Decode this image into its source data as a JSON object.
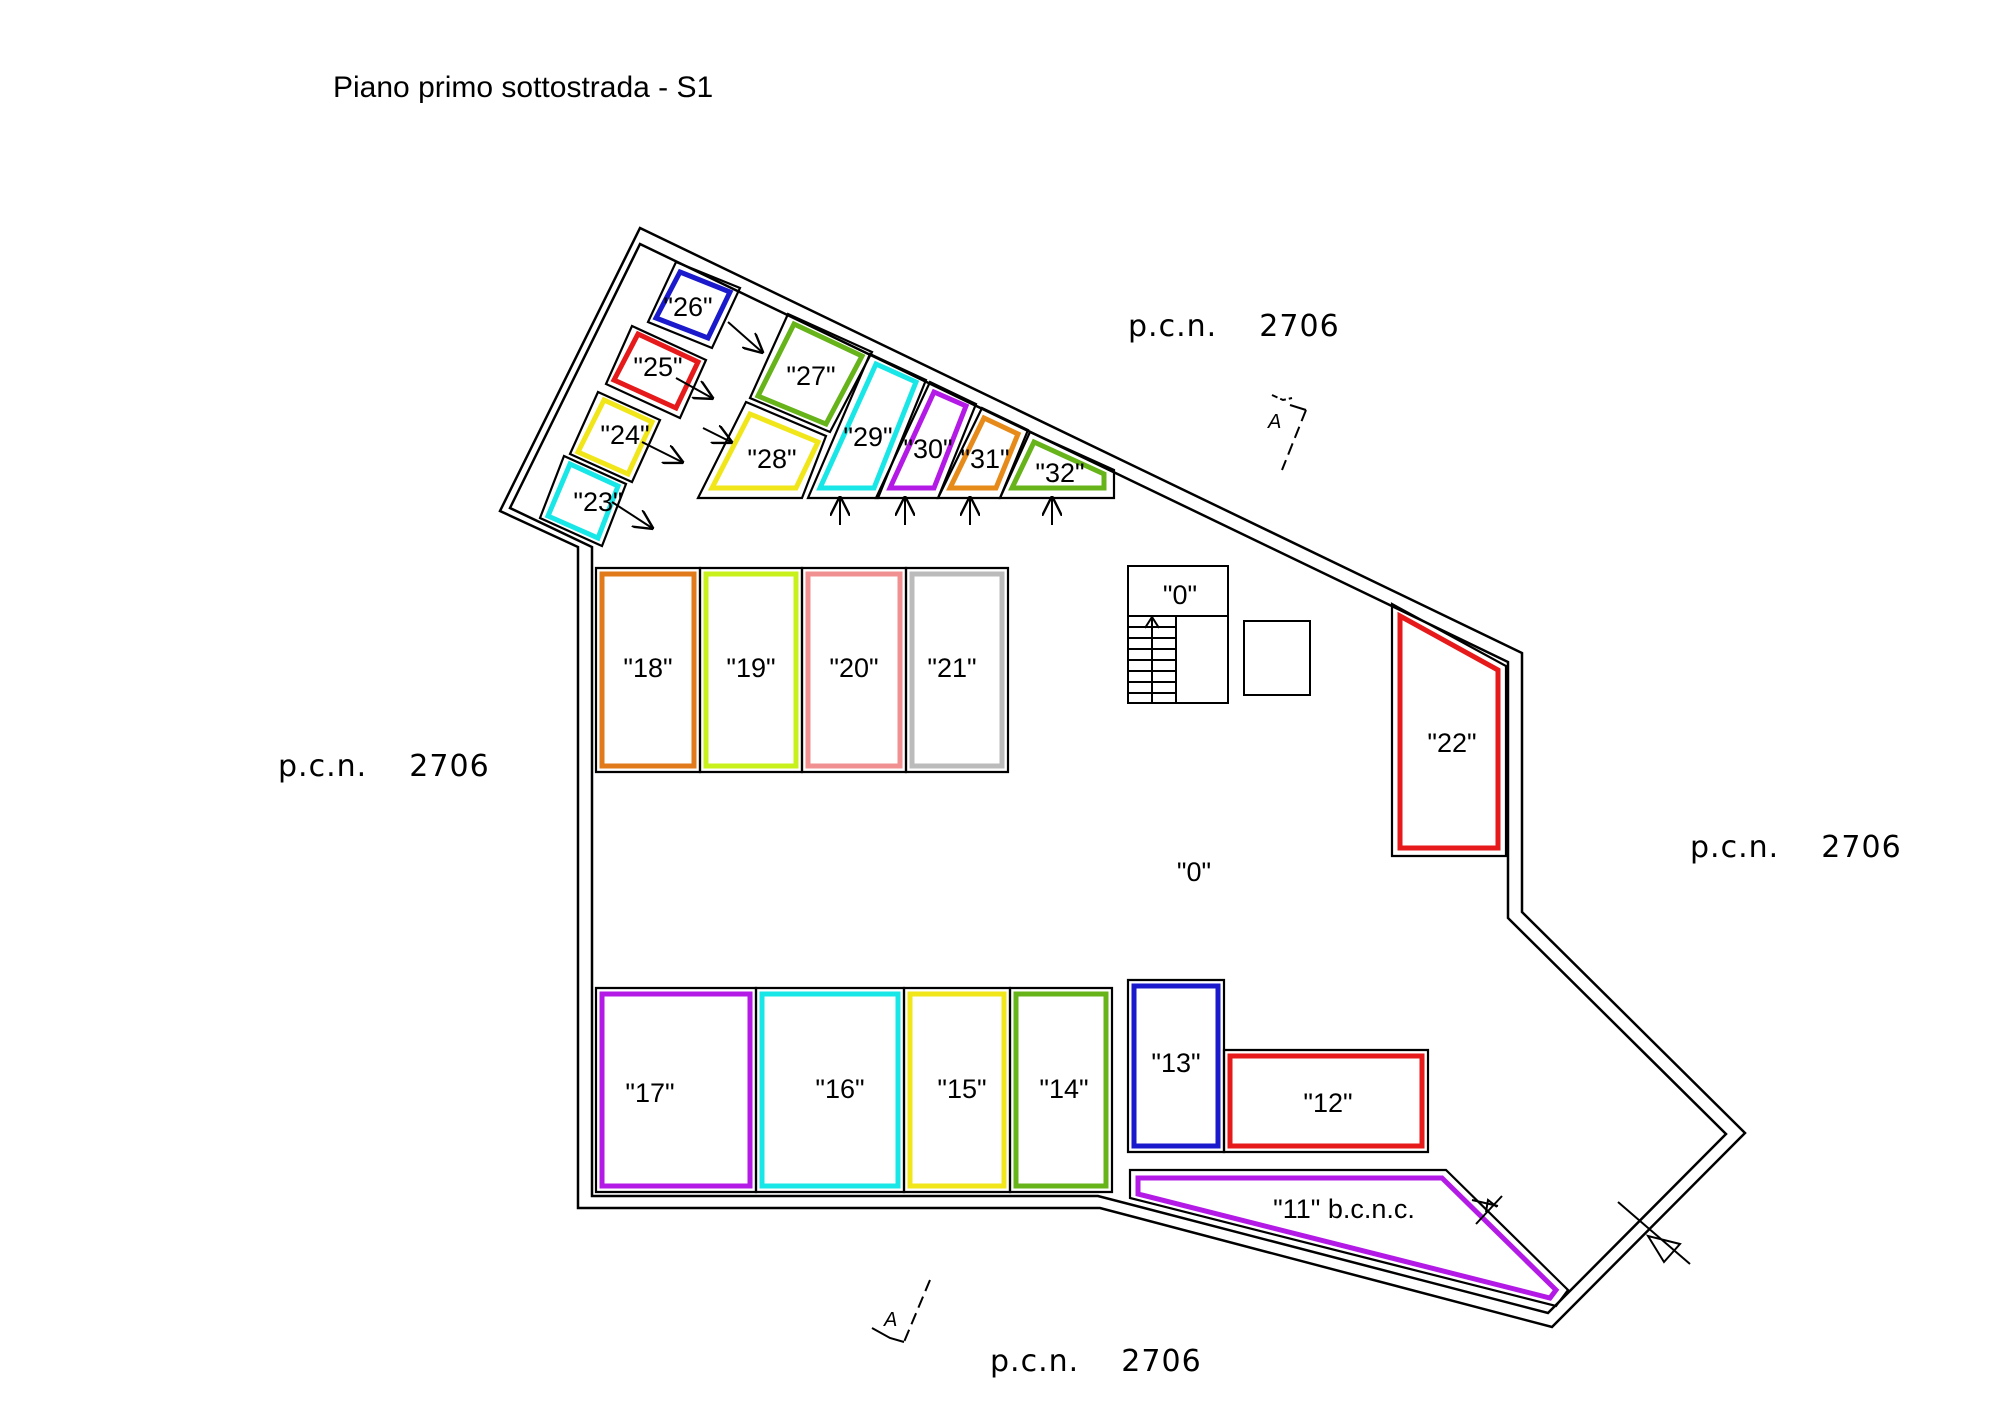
{
  "title": "Piano primo sottostrada - S1",
  "parcels": [
    "p.c.n.    2706",
    "p.c.n.    2706",
    "p.c.n.    2706",
    "p.c.n.    2706"
  ],
  "section_marker": "A",
  "units": [
    {
      "id": "26",
      "label": "\"26\"",
      "color": "#1a1acc"
    },
    {
      "id": "25",
      "label": "\"25\"",
      "color": "#e61a1a"
    },
    {
      "id": "24",
      "label": "\"24\"",
      "color": "#f0e619"
    },
    {
      "id": "23",
      "label": "\"23\"",
      "color": "#19e6e6"
    },
    {
      "id": "27",
      "label": "\"27\"",
      "color": "#66b31a"
    },
    {
      "id": "28",
      "label": "\"28\"",
      "color": "#f0e619"
    },
    {
      "id": "29",
      "label": "\"29\"",
      "color": "#19e6e6"
    },
    {
      "id": "30",
      "label": "\"30\"",
      "color": "#b31ae6"
    },
    {
      "id": "31",
      "label": "\"31\"",
      "color": "#e68a1a"
    },
    {
      "id": "32",
      "label": "\"32\"",
      "color": "#66b31a"
    },
    {
      "id": "18",
      "label": "\"18\"",
      "color": "#e07a1a"
    },
    {
      "id": "19",
      "label": "\"19\"",
      "color": "#c8f01a"
    },
    {
      "id": "20",
      "label": "\"20\"",
      "color": "#f09090"
    },
    {
      "id": "21",
      "label": "\"21\"",
      "color": "#bbbbbb"
    },
    {
      "id": "22",
      "label": "\"22\"",
      "color": "#e61a1a"
    },
    {
      "id": "17",
      "label": "\"17\"",
      "color": "#b31ae6"
    },
    {
      "id": "16",
      "label": "\"16\"",
      "color": "#19e6e6"
    },
    {
      "id": "15",
      "label": "\"15\"",
      "color": "#f0e619"
    },
    {
      "id": "14",
      "label": "\"14\"",
      "color": "#66b31a"
    },
    {
      "id": "13",
      "label": "\"13\"",
      "color": "#1a1acc"
    },
    {
      "id": "12",
      "label": "\"12\"",
      "color": "#e61a1a"
    },
    {
      "id": "11",
      "label": "\"11\" b.c.n.c.",
      "color": "#b31ae6"
    }
  ],
  "common_area": {
    "label": "\"0\""
  },
  "stair": {
    "label": "\"0\""
  }
}
